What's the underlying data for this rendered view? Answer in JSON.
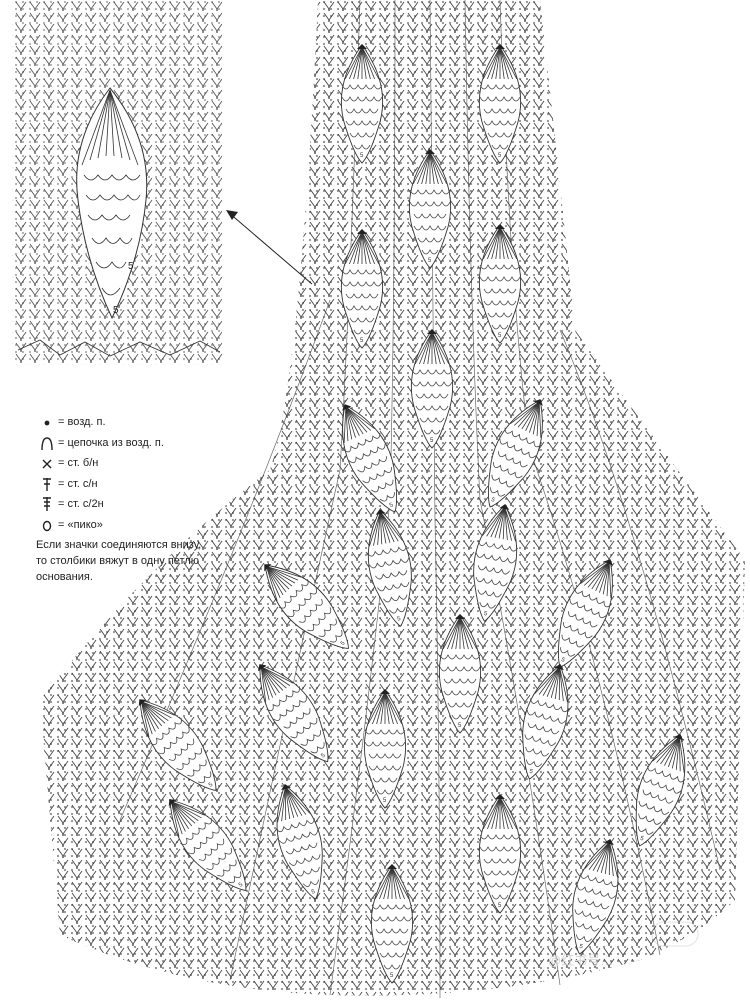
{
  "legend": {
    "items": [
      {
        "symbol": "chain-dot",
        "label": "= возд. п."
      },
      {
        "symbol": "chain-arch",
        "label": "= цепочка из возд. п."
      },
      {
        "symbol": "cross",
        "label": "= ст. б/н"
      },
      {
        "symbol": "dc-stitch",
        "label": "= ст. с/н"
      },
      {
        "symbol": "tr-stitch",
        "label": "= ст. с/2н"
      },
      {
        "symbol": "picot",
        "label": "= «пико»"
      }
    ],
    "note": "Если значки соединяются внизу, то столбики вяжут в одну петлю основания."
  },
  "motif_labels": {
    "stitch_count": "5"
  },
  "watermark": {
    "text": "@红书号…"
  },
  "colors": {
    "ink": "#2a2a2a",
    "grey": "#555555",
    "background": "#ffffff"
  }
}
